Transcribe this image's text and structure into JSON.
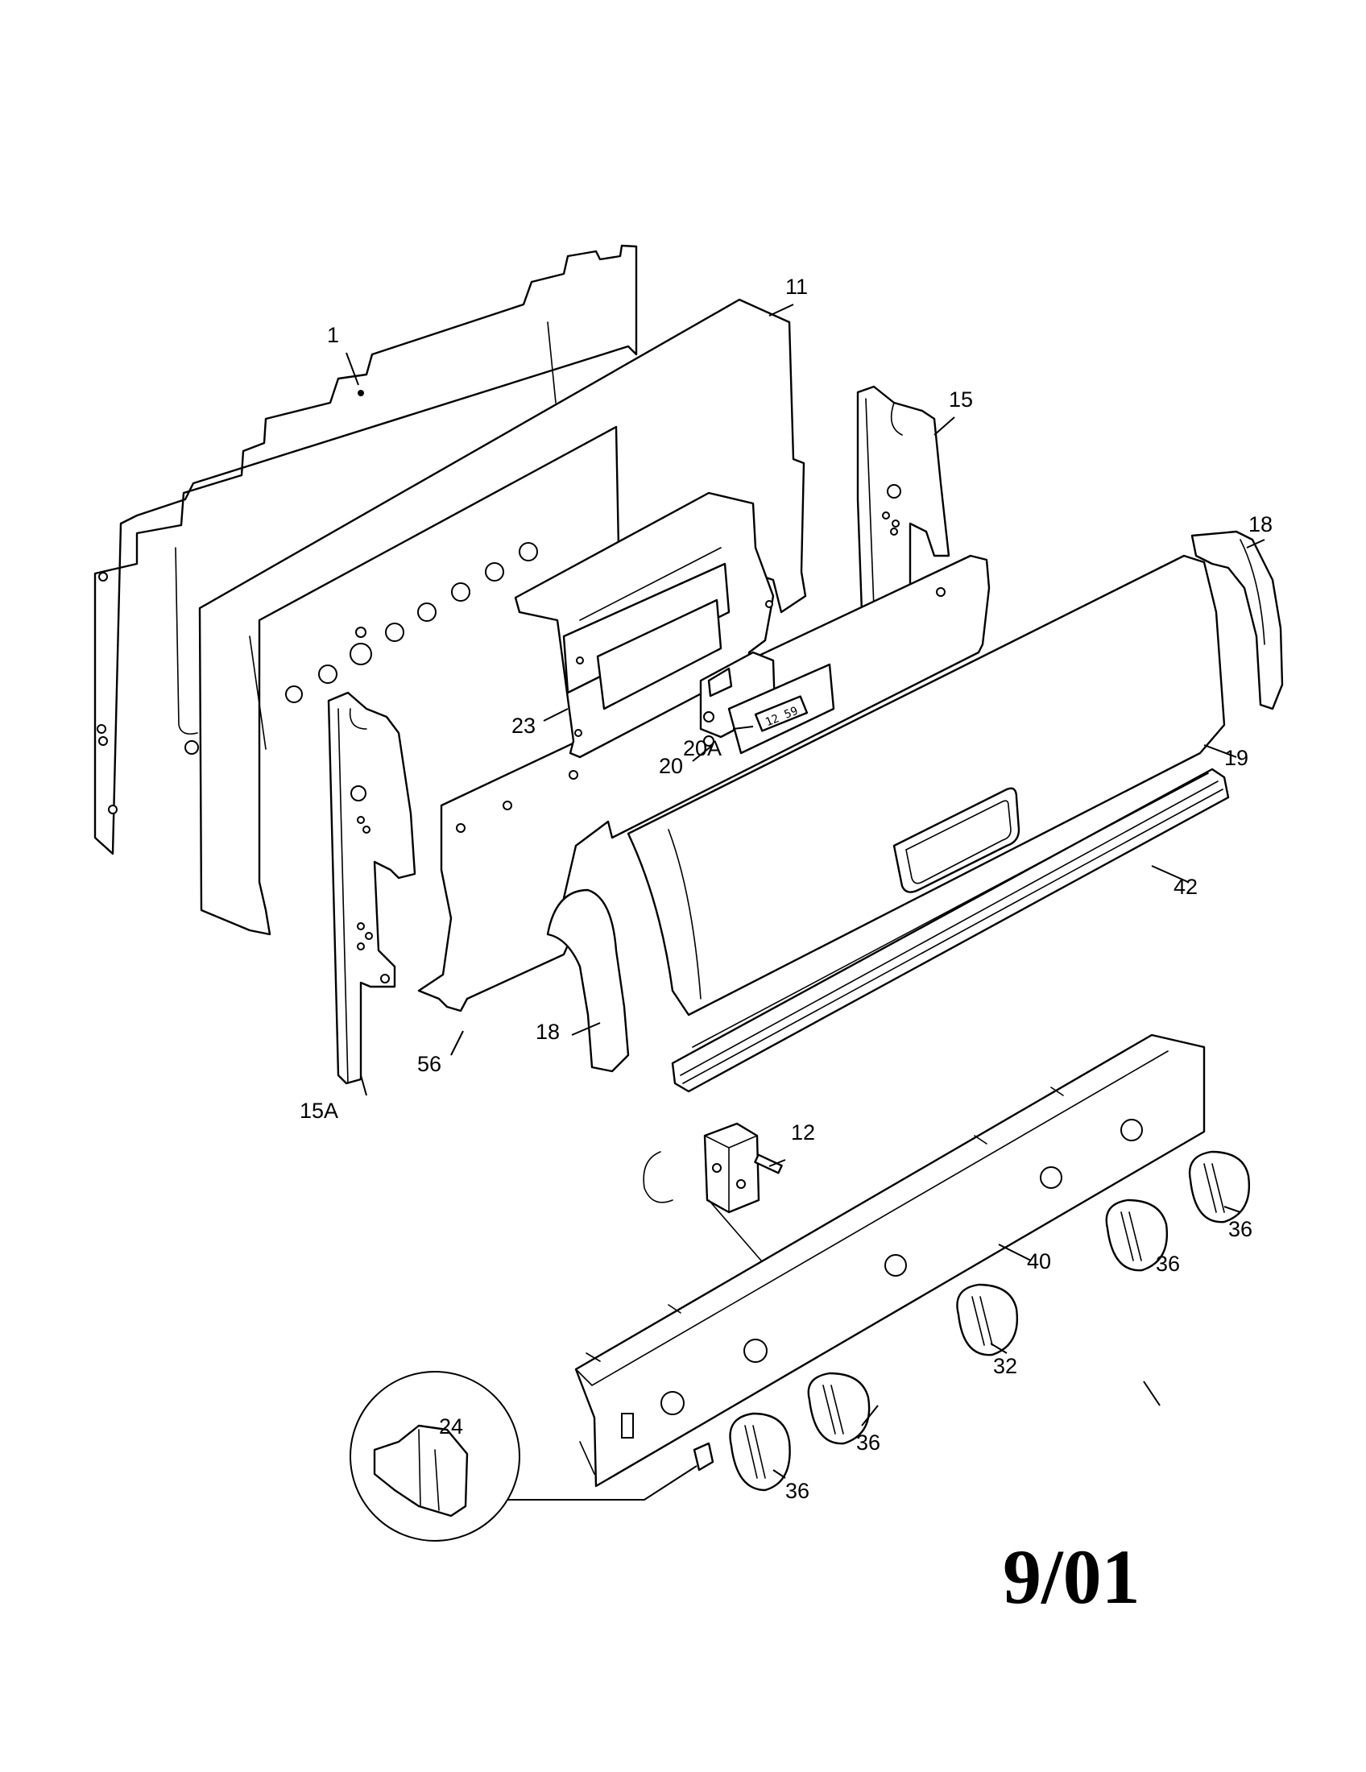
{
  "diagram": {
    "callouts": {
      "c1": "1",
      "c11": "11",
      "c15": "15",
      "c15a": "15A",
      "c18_right": "18",
      "c18_left": "18",
      "c19": "19",
      "c20": "20",
      "c20a": "20A",
      "c23": "23",
      "c42": "42",
      "c56": "56",
      "c12": "12",
      "c40": "40",
      "c36_a": "36",
      "c36_b": "36",
      "c36_c": "36",
      "c36_d": "36",
      "c32": "32",
      "c24": "24"
    },
    "clock_display": "12 59",
    "date_mark": "9/01"
  }
}
